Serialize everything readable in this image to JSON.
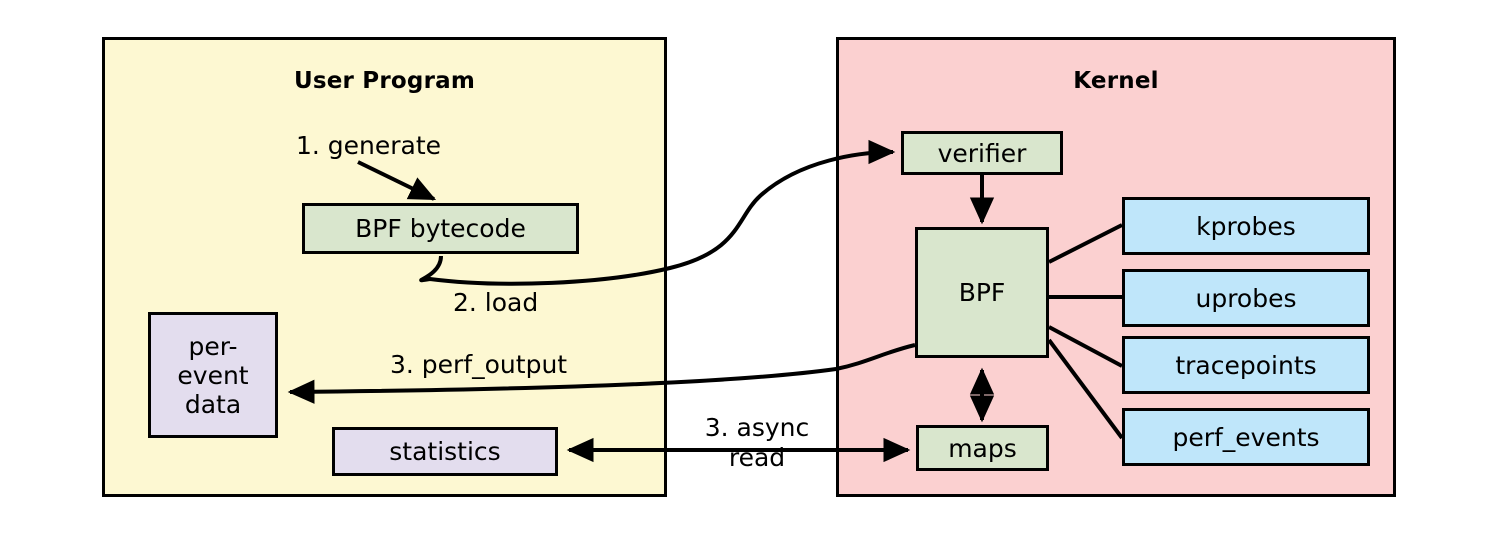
{
  "diagram": {
    "title_user": "User Program",
    "title_kernel": "Kernel"
  },
  "user_program": {
    "label": "User Program",
    "nodes": [
      {
        "id": "bpf-bytecode",
        "label": "BPF bytecode",
        "color": "#d9e6cd"
      },
      {
        "id": "per-event-data",
        "label": "per-\nevent\ndata",
        "line1": "per-",
        "line2": "event",
        "line3": "data",
        "color": "#e3ddee"
      },
      {
        "id": "statistics",
        "label": "statistics",
        "color": "#e3ddee"
      }
    ]
  },
  "kernel": {
    "label": "Kernel",
    "nodes": [
      {
        "id": "verifier",
        "label": "verifier",
        "color": "#d9e6cd"
      },
      {
        "id": "bpf",
        "label": "BPF",
        "color": "#d9e6cd"
      },
      {
        "id": "maps",
        "label": "maps",
        "color": "#d9e6cd"
      }
    ],
    "event_sources": [
      {
        "id": "kprobes",
        "label": "kprobes",
        "color": "#bfe6fa"
      },
      {
        "id": "uprobes",
        "label": "uprobes",
        "color": "#bfe6fa"
      },
      {
        "id": "tracepoints",
        "label": "tracepoints",
        "color": "#bfe6fa"
      },
      {
        "id": "perf_events",
        "label": "perf_events",
        "color": "#bfe6fa"
      }
    ]
  },
  "edges": [
    {
      "id": "generate",
      "label": "1. generate",
      "from": "user",
      "to": "bpf-bytecode"
    },
    {
      "id": "load",
      "label": "2. load",
      "from": "bpf-bytecode",
      "to": "verifier"
    },
    {
      "id": "perf_output",
      "label": "3. perf_output",
      "from": "bpf",
      "to": "per-event-data"
    },
    {
      "id": "async_read",
      "label": "3. async\nread",
      "line1": "3. async",
      "line2": "read",
      "from": "maps",
      "to": "statistics"
    }
  ],
  "colors": {
    "user_panel_bg": "#fdf8d2",
    "kernel_panel_bg": "#fbd0d0",
    "green_node": "#d9e6cd",
    "purple_node": "#e3ddee",
    "blue_node": "#bfe6fa",
    "stroke": "#000000",
    "background": "#ffffff"
  }
}
